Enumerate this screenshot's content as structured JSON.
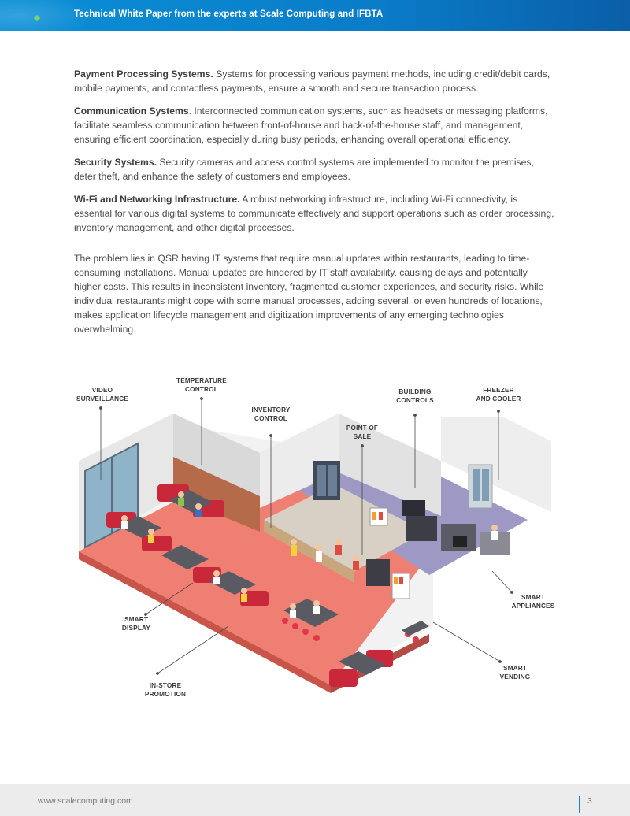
{
  "header": {
    "title": "Technical White Paper from the experts at Scale Computing and IFBTA",
    "accent_color": "#0a7cc8"
  },
  "sections": [
    {
      "lead": "Payment Processing Systems.",
      "text": " Systems for processing various payment methods, including credit/debit cards, mobile payments, and contactless payments, ensure a smooth and secure transaction process."
    },
    {
      "lead": "Communication Systems",
      "text": ". Interconnected communication systems, such as headsets or messaging platforms, facilitate seamless communication between front-of-house and back-of-the-house staff, and management, ensuring efficient coordination, especially during busy periods, enhancing overall operational efficiency."
    },
    {
      "lead": "Security Systems.",
      "text": " Security cameras and access control systems are implemented to monitor the premises, deter theft, and enhance the safety of customers and employees."
    },
    {
      "lead": "Wi-Fi and Networking Infrastructure.",
      "text": " A robust networking infrastructure, including Wi-Fi connectivity, is essential for various digital systems to communicate effectively and support operations such as order processing, inventory management, and other digital processes."
    }
  ],
  "problem": "The problem lies in QSR having IT systems that require manual updates within restaurants, leading to time-consuming installations. Manual updates are hindered by IT staff availability, causing delays and potentially higher costs. This results in inconsistent inventory, fragmented customer experiences, and security risks. While individual restaurants might cope with some manual processes, adding several, or even hundreds of locations, makes application lifecycle management and digitization improvements of any emerging technologies overwhelming.",
  "illustration": {
    "callouts": {
      "video_surveillance": "VIDEO\nSURVEILLANCE",
      "temperature_control": "TEMPERATURE\nCONTROL",
      "inventory_control": "INVENTORY\nCONTROL",
      "point_of_sale": "POINT OF\nSALE",
      "building_controls": "BUILDING\nCONTROLS",
      "freezer_and_cooler": "FREEZER\nAND COOLER",
      "smart_appliances": "SMART\nAPPLIANCES",
      "smart_display": "SMART\nDISPLAY",
      "smart_vending": "SMART\nVENDING",
      "in_store_promotion": "IN-STORE\nPROMOTION"
    }
  },
  "footer": {
    "url": "www.scalecomputing.com",
    "page": "3"
  }
}
